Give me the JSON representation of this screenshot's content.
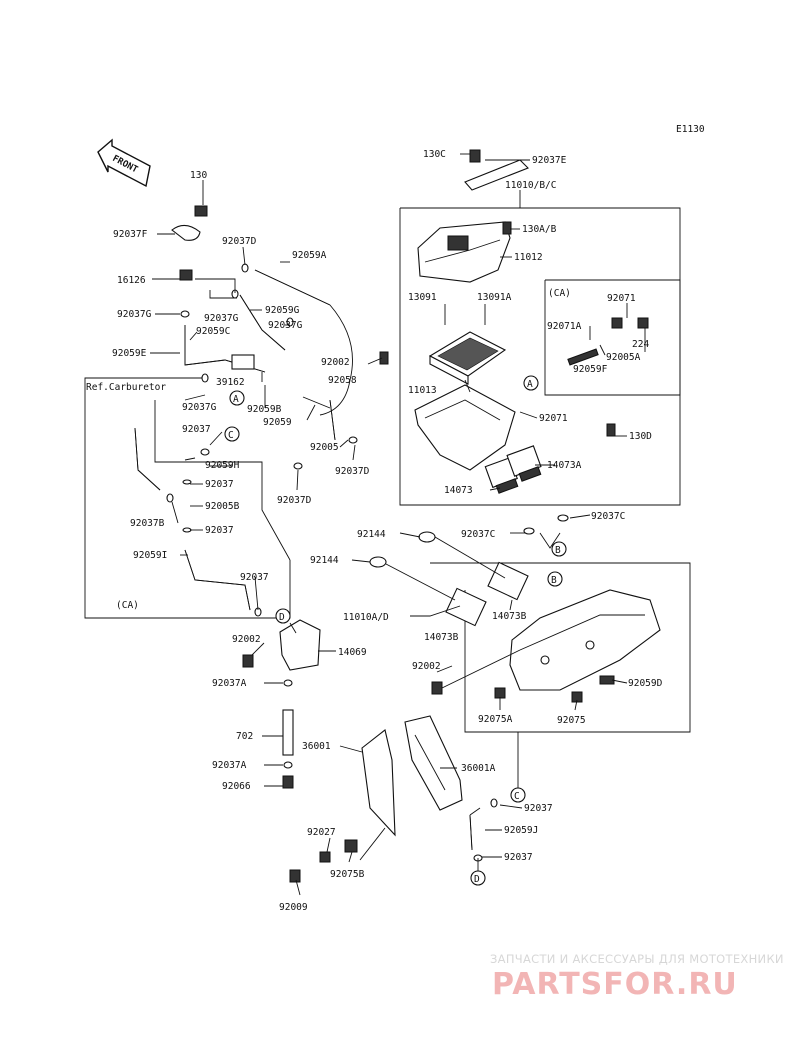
{
  "diagram_code": "E1130",
  "front_label": "FRONT",
  "ref_carburetor": "Ref.Carburetor",
  "ca_note_left": "(CA)",
  "ca_note_right": "(CA)",
  "parts": {
    "p130": "130",
    "p92037F": "92037F",
    "p92037D_top": "92037D",
    "p92059A": "92059A",
    "p16126": "16126",
    "p92059G": "92059G",
    "p92037G_a": "92037G",
    "p92037G_b": "92037G",
    "p92037G_c": "92037G",
    "p92059C": "92059C",
    "p92059E": "92059E",
    "p39162": "39162",
    "p92037G_d": "92037G",
    "p92059B": "92059B",
    "p92059": "92059",
    "p92058": "92058",
    "p92002_a": "92002",
    "p92005": "92005",
    "p92037D_mid": "92037D",
    "p92037D_low": "92037D",
    "p92037_c1": "92037",
    "p92059H": "92059H",
    "p92037_c2": "92037",
    "p92005B": "92005B",
    "p92037B": "92037B",
    "p92037_c3": "92037",
    "p92059I": "92059I",
    "p92037_c4": "92037",
    "p130C": "130C",
    "p92037E": "92037E",
    "p11010BC": "11010/B/C",
    "p130AB": "130A/B",
    "p11012": "11012",
    "p13091": "13091",
    "p13091A": "13091A",
    "p92071": "92071",
    "p92071A": "92071A",
    "p224": "224",
    "p92005A": "92005A",
    "p92059F": "92059F",
    "p11013": "11013",
    "p92071_b": "92071",
    "p130D": "130D",
    "p14073A": "14073A",
    "p14073": "14073",
    "p92037C_a": "92037C",
    "p92037C_b": "92037C",
    "p92144_a": "92144",
    "p92144_b": "92144",
    "p14073B_a": "14073B",
    "p14073B_b": "14073B",
    "p11010AD": "11010A/D",
    "p14069": "14069",
    "p92002_b": "92002",
    "p92037A_a": "92037A",
    "p702": "702",
    "p92037A_b": "92037A",
    "p92066": "92066",
    "p36001": "36001",
    "p36001A": "36001A",
    "p92002_c": "92002",
    "p92059D": "92059D",
    "p92075A": "92075A",
    "p92075": "92075",
    "p92037_d1": "92037",
    "p92059J": "92059J",
    "p92037_d2": "92037",
    "p92027": "92027",
    "p92075B": "92075B",
    "p92009": "92009"
  },
  "refs": {
    "A1": "A",
    "A2": "A",
    "B1": "B",
    "B2": "B",
    "C1": "C",
    "C2": "C",
    "D1": "D",
    "D2": "D"
  },
  "watermark": {
    "tagline": "ЗАПЧАСТИ И АКСЕССУАРЫ ДЛЯ МОТОТЕХНИКИ",
    "logo": "PARTSFOR.RU"
  }
}
